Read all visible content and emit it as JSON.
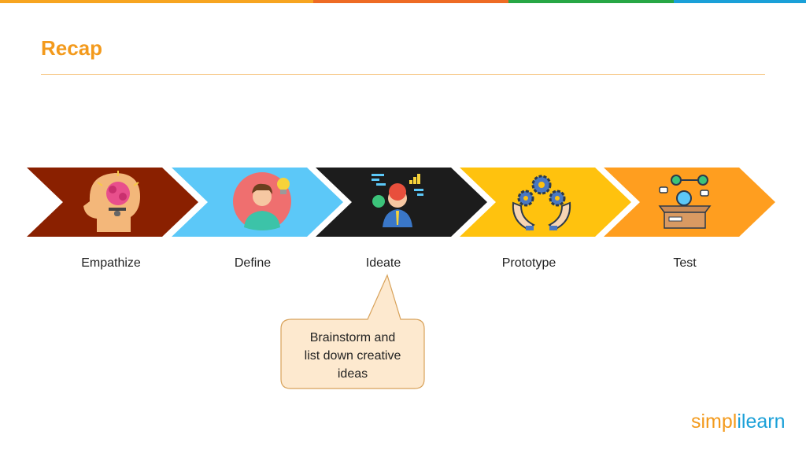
{
  "slide": {
    "title": "Recap"
  },
  "steps": [
    {
      "label": "Empathize",
      "color": "#8a2000",
      "icon": "head-brain-icon"
    },
    {
      "label": "Define",
      "color": "#5cc8f8",
      "icon": "person-idea-icon"
    },
    {
      "label": "Ideate",
      "color": "#1c1c1c",
      "icon": "person-thinking-icon"
    },
    {
      "label": "Prototype",
      "color": "#ffc20e",
      "icon": "hands-gears-icon"
    },
    {
      "label": "Test",
      "color": "#ff9e1f",
      "icon": "box-gears-icon"
    }
  ],
  "callout": {
    "text": "Brainstorm and\nlist down creative\nideas",
    "fill": "#fde9cf",
    "border": "#d8a25a"
  },
  "brand": {
    "name_orange": "simpl",
    "name_blue": "ilearn"
  },
  "topbar_colors": [
    "#f7a520",
    "#ee6b24",
    "#28a745",
    "#1aa0d8"
  ]
}
